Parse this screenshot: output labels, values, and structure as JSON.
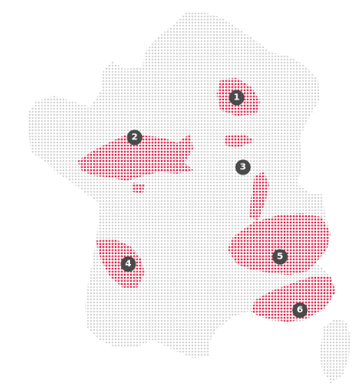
{
  "colors": {
    "background": "#ffffff",
    "base_dot": "#c8c8c8",
    "highlight_dot": "#d8234a",
    "marker_fill": "#4a4a4a",
    "marker_text": "#ffffff"
  },
  "map": {
    "subject": "France",
    "style": "dot-matrix"
  },
  "markers": [
    {
      "label": "1"
    },
    {
      "label": "2"
    },
    {
      "label": "3"
    },
    {
      "label": "4"
    },
    {
      "label": "5"
    },
    {
      "label": "6"
    }
  ]
}
